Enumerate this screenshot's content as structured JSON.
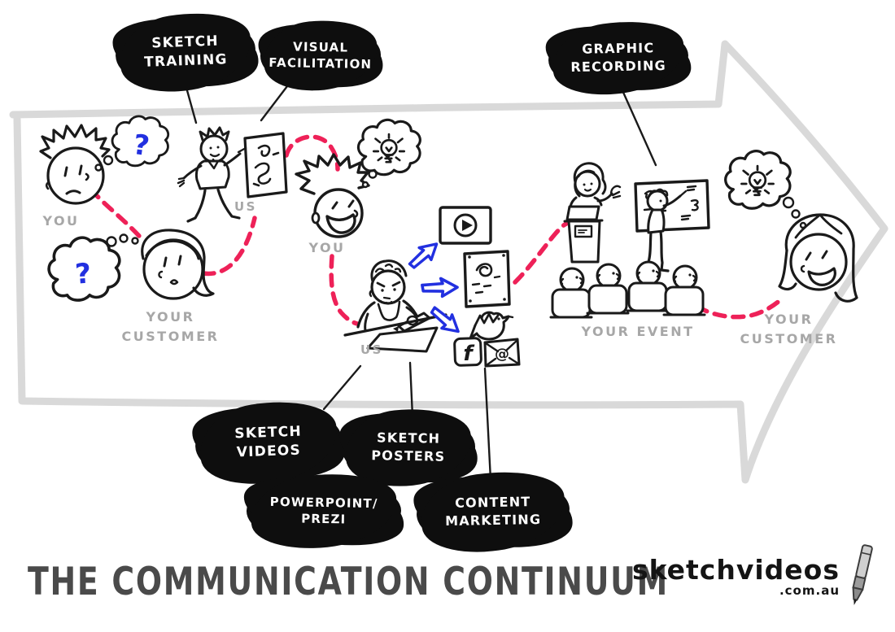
{
  "diagram": {
    "title": "THE COMMUNICATION CONTINUUM",
    "brand": {
      "name": "sketchvideos",
      "domain": ".com.au"
    },
    "clouds": {
      "sketch_training": "SKETCH\nTRAINING",
      "visual_facilitation": "VISUAL\nFACILITATION",
      "graphic_recording": "GRAPHIC\nRECORDING",
      "sketch_videos": "SKETCH\nVIDEOS",
      "sketch_posters": "SKETCH\nPOSTERS",
      "powerpoint_prezi": "POWERPOINT/\nPREZI",
      "content_marketing": "CONTENT\nMARKETING"
    },
    "labels": {
      "you_1": "YOU",
      "your_customer_1": "YOUR\nCUSTOMER",
      "us_1": "US",
      "you_2": "YOU",
      "us_2": "US",
      "your_event": "YOUR EVENT",
      "your_customer_2": "YOUR\nCUSTOMER"
    },
    "glyphs": {
      "question_mark": "?",
      "facebook": "f",
      "email_at": "@"
    },
    "colors": {
      "accent_pink": "#ee2158",
      "accent_blue": "#2230e0",
      "ink": "#1a1a1a",
      "arrow_gray": "#d9d9d9",
      "label_gray": "#a7a7a7",
      "title_gray": "#4a4a4a"
    }
  }
}
